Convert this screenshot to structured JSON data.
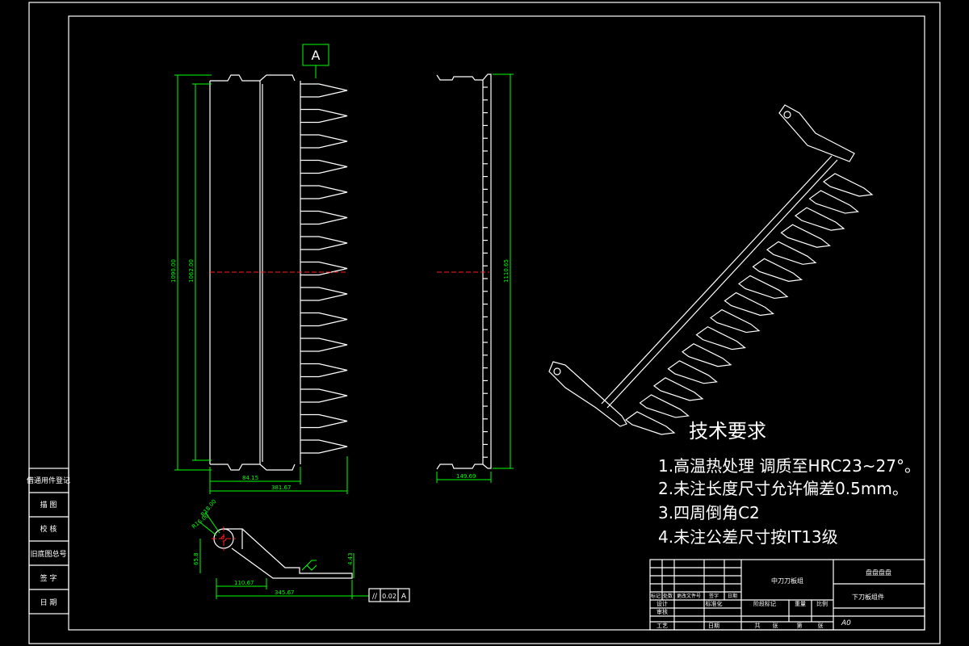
{
  "colors": {
    "background": "#000000",
    "lines": "#ffffff",
    "dimensions": "#00ff00",
    "centerline": "#ff2020"
  },
  "view_label": "A",
  "dimensions": {
    "overall_length": "1090.00",
    "tooth_span": "1062.00",
    "right_height": "1110.65",
    "base_width_1": "84.15",
    "base_width_2": "381.67",
    "right_width": "149.69",
    "detail_radius_1": "R18.00",
    "detail_radius_2": "R16.00",
    "detail_height": "65.8",
    "detail_small": "4.43",
    "detail_width_1": "110.67",
    "detail_width_2": "345.67"
  },
  "tolerance_frame": {
    "symbol": "//",
    "value": "0.02",
    "datum": "A"
  },
  "tech_requirements": {
    "title": "技术要求",
    "items": [
      "1.高温热处理   调质至HRC23~27°。",
      "2.未注长度尺寸允许偏差0.5mm。",
      "3.四周倒角C2",
      "4.未注公差尺寸按IT13级"
    ]
  },
  "side_table": [
    "借通用件登记",
    "描  图",
    "校  核",
    "旧底图总号",
    "签  字",
    "日  期"
  ],
  "title_block": {
    "part_name": "中刀刀板组",
    "org": "盘盘盘盘",
    "drawing_no": "下刀板组件",
    "scale": "A0",
    "header_cells": [
      "标记",
      "处数",
      "更改文件号",
      "签字",
      "日期"
    ],
    "row_labels": [
      "设计",
      "审核",
      "工艺"
    ],
    "std_label": "标准化",
    "date_label": "日期",
    "mid_labels": [
      "阶段标记",
      "重量",
      "比例"
    ],
    "bottom_labels": [
      "共",
      "张",
      "第",
      "张"
    ]
  }
}
